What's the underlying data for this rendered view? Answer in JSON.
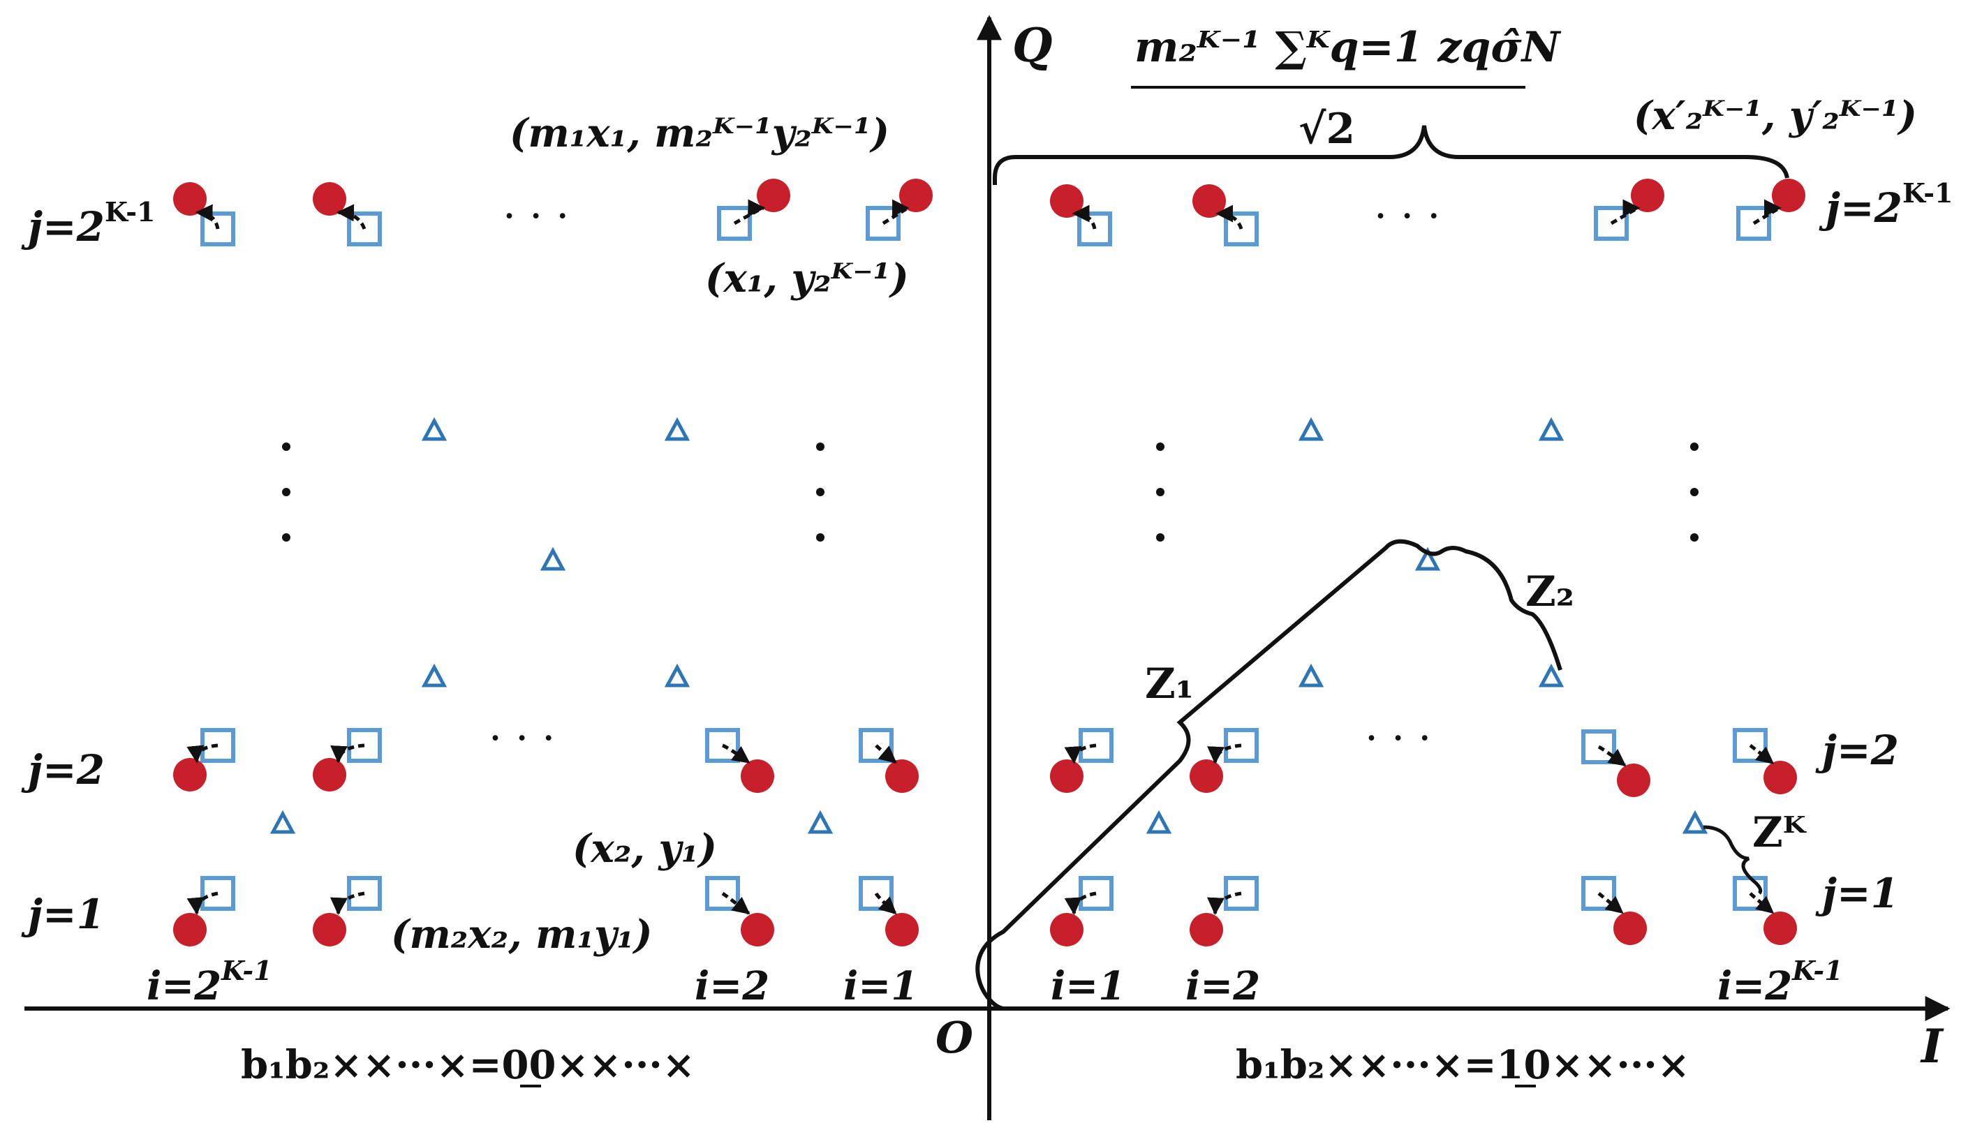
{
  "axes": {
    "q_label": "Q",
    "i_label": "I",
    "origin_label": "O"
  },
  "row_labels": {
    "j_top_left": "j=2",
    "j_top_right": "j=2",
    "j_top_sup": "K-1",
    "j2_left": "j=2",
    "j2_right": "j=2",
    "j1_left": "j=1",
    "j1_right": "j=1"
  },
  "col_labels": {
    "left_i_far": "i=2",
    "left_i_far_sup": "K-1",
    "left_i2": "i=2",
    "left_i1": "i=1",
    "right_i1": "i=1",
    "right_i2": "i=2",
    "right_i_far": "i=2",
    "right_i_far_sup": "K-1"
  },
  "point_labels": {
    "top_left_mapped": "(m₁x₁, m₂ᴷ⁻¹y₂ᴷ⁻¹)",
    "top_left_orig": "(x₁, y₂ᴷ⁻¹)",
    "bottom_left_orig": "(x₂, y₁)",
    "bottom_left_mapped": "(m₂x₂, m₁y₁)",
    "top_right_mapped": "(x′₂ᴷ⁻¹, y′₂ᴷ⁻¹)"
  },
  "formula": {
    "numerator": "m₂ᴷ⁻¹ ∑ᴷq=1 zqσ̂N",
    "denominator": "√2"
  },
  "z_labels": {
    "z1": "Z₁",
    "z2": "Z₂",
    "zk": "Zᴷ"
  },
  "bit_labels": {
    "left": "b₁b₂××···×=00××···×",
    "right": "b₁b₂××···×=10××···×"
  },
  "ellipsis": "·  ·  ·",
  "colors": {
    "circle": "#C8202A",
    "square": "#5B9BD5",
    "triangle": "#2E75B6",
    "line": "#111111"
  },
  "icons": {
    "circle": "filled-circle",
    "square": "hollow-square",
    "triangle": "hollow-triangle",
    "arrow": "dashed-arrow"
  }
}
